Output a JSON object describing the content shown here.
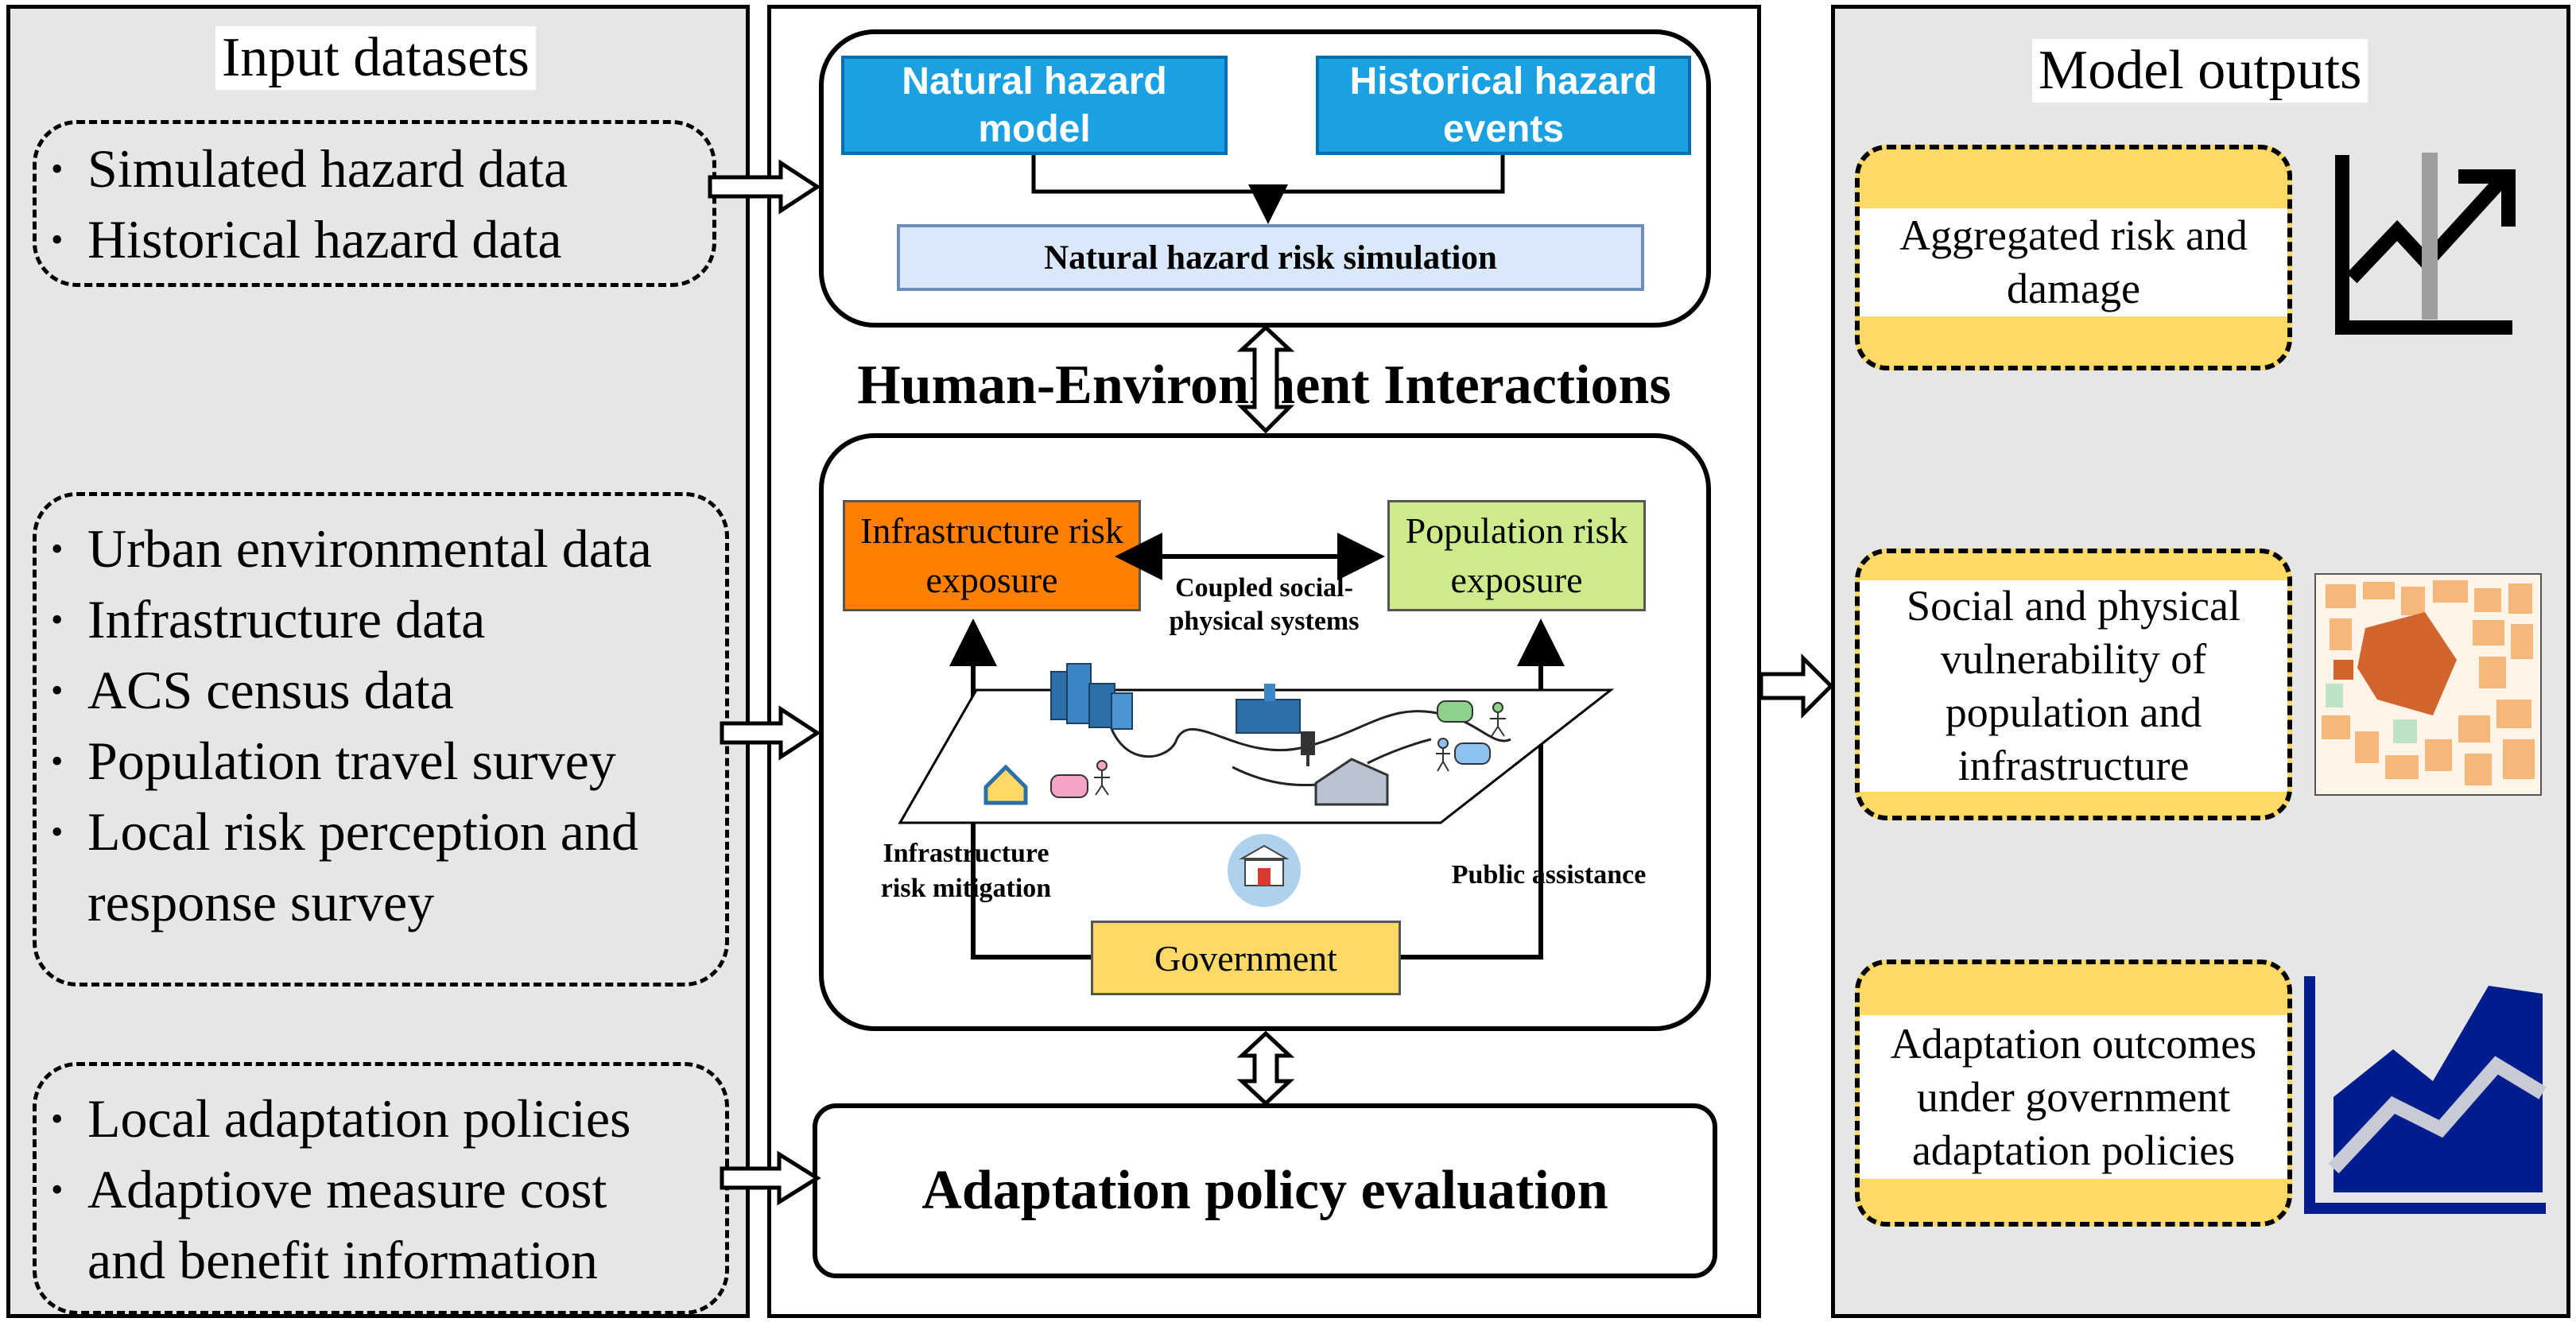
{
  "input_panel": {
    "title": "Input datasets",
    "group1": [
      "Simulated hazard data",
      "Historical hazard data"
    ],
    "group2": [
      "Urban environmental data",
      "Infrastructure data",
      "ACS census data",
      "Population travel survey",
      "Local risk perception and response survey"
    ],
    "group3": [
      "Local adaptation policies",
      "Adaptiove measure cost and benefit information"
    ]
  },
  "center_panel": {
    "natural_hazard_model": "Natural hazard model",
    "historical_hazard_events": "Historical hazard events",
    "risk_simulation": "Natural hazard risk simulation",
    "hei_title": "Human-Environment Interactions",
    "infrastructure_exposure": "Infrastructure risk exposure",
    "population_exposure": "Population risk exposure",
    "coupled_systems": "Coupled social-physical systems",
    "infrastructure_mitigation": "Infrastructure risk mitigation",
    "public_assistance": "Public assistance",
    "government": "Government",
    "policy_evaluation": "Adaptation policy evaluation"
  },
  "output_panel": {
    "title": "Model outputs",
    "cards": [
      {
        "text": "Aggregated risk and damage",
        "icon": "line-chart-up-icon"
      },
      {
        "text": "Social and physical vulnerability of population and infrastructure",
        "icon": "city-map-icon"
      },
      {
        "text": "Adaptation outcomes under government adaptation policies",
        "icon": "area-chart-icon"
      }
    ]
  },
  "colors": {
    "panel_bg": "#e6e6e6",
    "blue": "#1ba1e2",
    "light_blue": "#dae8fc",
    "orange": "#ff8000",
    "green": "#cdeb8b",
    "yellow": "#ffd966",
    "navy": "#001d8e"
  }
}
